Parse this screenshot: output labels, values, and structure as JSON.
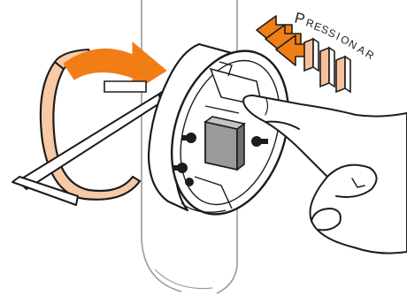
{
  "callout": {
    "text": "PRESSIONAR",
    "letters": [
      "P",
      "R",
      "E",
      "S",
      "S",
      "I",
      "O",
      "N",
      "A",
      "R"
    ]
  },
  "colors": {
    "accent_orange": "#f07d16",
    "ring_fill": "#f7c9a4",
    "block_fill": "#f6c19a",
    "outline": "#1c1c1c",
    "pole_line": "#9a9a9a",
    "latch_fill": "#9a9a9a"
  },
  "icons": {
    "rotate": "curved-arrow-icon",
    "press": "press-arrow-icon",
    "tool": "allen-key-icon",
    "hand": "hand-icon"
  }
}
